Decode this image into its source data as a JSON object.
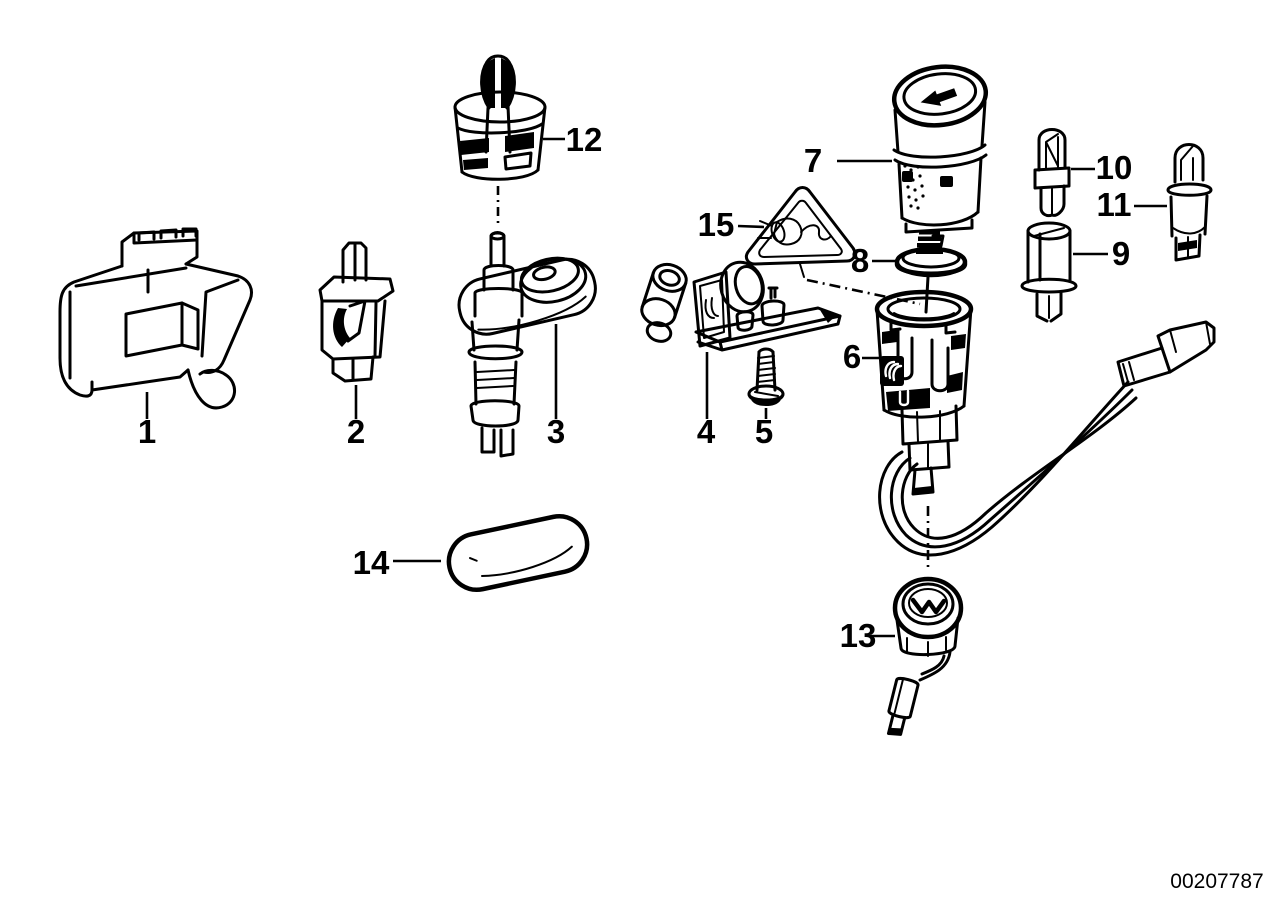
{
  "diagram": {
    "background_color": "#ffffff",
    "line_color": "#000000",
    "image_number": "00207787",
    "warning_triangle_symbol": "electrical-plug-icon",
    "callouts": {
      "c1": {
        "label": "1"
      },
      "c2": {
        "label": "2"
      },
      "c3": {
        "label": "3"
      },
      "c4": {
        "label": "4"
      },
      "c5": {
        "label": "5"
      },
      "c6": {
        "label": "6"
      },
      "c7": {
        "label": "7"
      },
      "c8": {
        "label": "8"
      },
      "c9": {
        "label": "9"
      },
      "c10": {
        "label": "10"
      },
      "c11": {
        "label": "11"
      },
      "c12": {
        "label": "12"
      },
      "c13": {
        "label": "13"
      },
      "c14": {
        "label": "14"
      },
      "c15": {
        "label": "15"
      }
    }
  }
}
